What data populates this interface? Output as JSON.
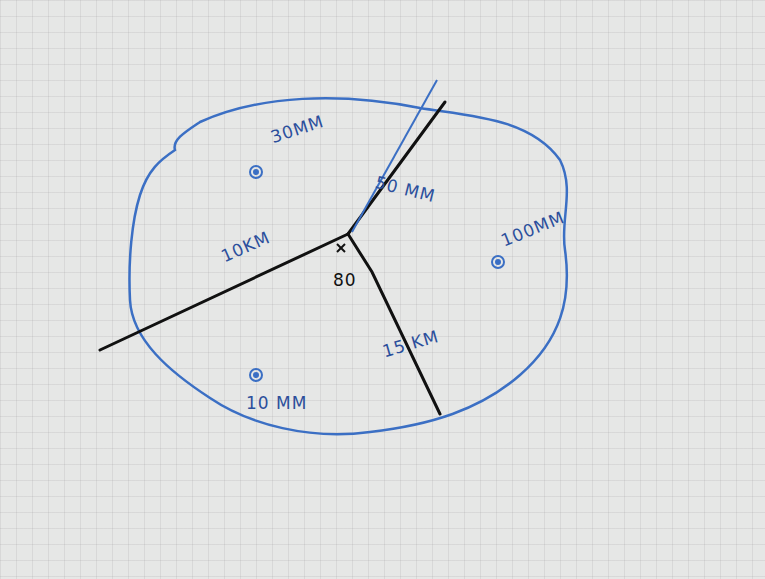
{
  "diagram": {
    "labels": [
      "30MM",
      "10KM",
      "50 MM",
      "80",
      "100MM",
      "15 KM",
      "10 MM"
    ]
  }
}
